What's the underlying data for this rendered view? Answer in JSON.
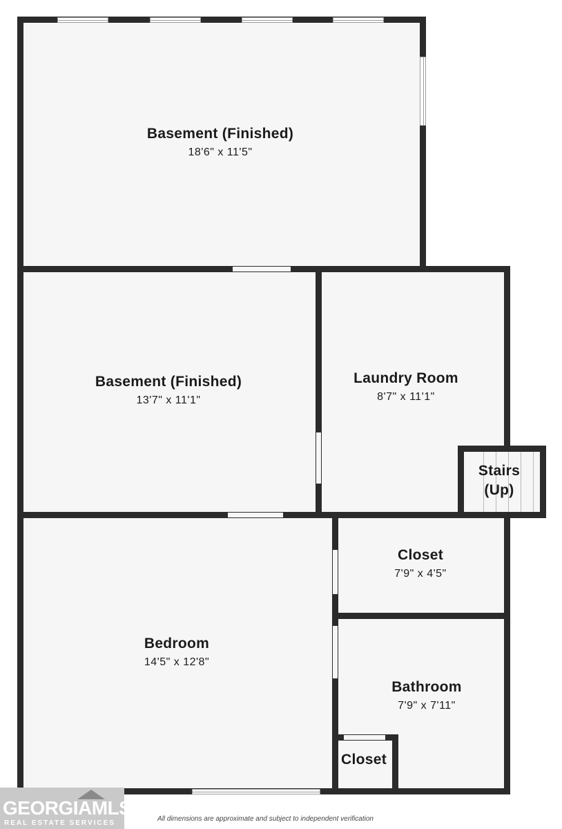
{
  "rooms": [
    {
      "name": "Basement (Finished)",
      "dims": "18'6\" x 11'5\""
    },
    {
      "name": "Basement (Finished)",
      "dims": "13'7\" x 11'1\""
    },
    {
      "name": "Laundry Room",
      "dims": "8'7\" x 11'1\""
    },
    {
      "name": "Stairs",
      "name2": "(Up)"
    },
    {
      "name": "Closet",
      "dims": "7'9\" x 4'5\""
    },
    {
      "name": "Bedroom",
      "dims": "14'5\" x 12'8\""
    },
    {
      "name": "Bathroom",
      "dims": "7'9\" x 7'11\""
    },
    {
      "name": "Closet"
    }
  ],
  "logo": {
    "brand": "GEORGIAMLS",
    "tagline": "REAL ESTATE SERVICES"
  },
  "disclaimer": "All dimensions are approximate and subject to independent verification"
}
